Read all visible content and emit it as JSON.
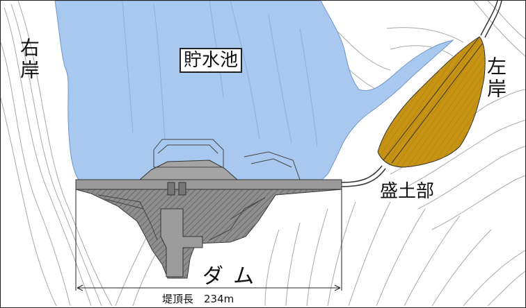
{
  "labels": {
    "reservoir": "貯水池",
    "right_bank": "右岸",
    "left_bank": "左岸",
    "embankment": "盛土部",
    "dam": "ダム",
    "crest_length": "堤頂長　234m"
  },
  "colors": {
    "reservoir_fill": "#a9c8ef",
    "dam_fill": "#8e8e8e",
    "embankment_fill": "#c69314",
    "contour": "#9a9a9a",
    "outline": "#222222"
  }
}
